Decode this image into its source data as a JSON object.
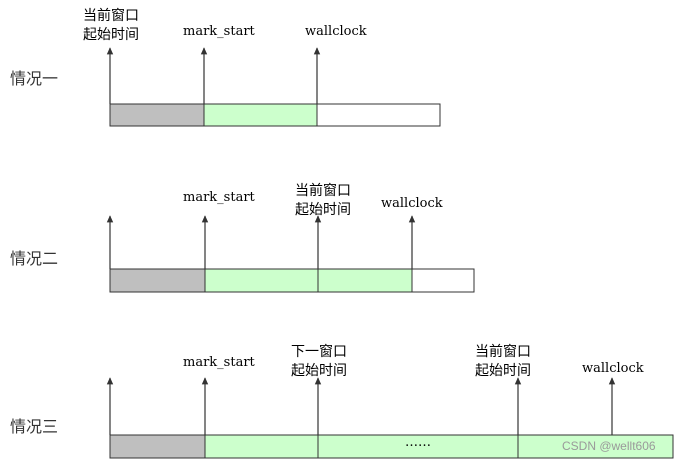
{
  "cases": [
    {
      "label": "情况一",
      "markers": [
        {
          "line1": "当前窗口",
          "line2": "起始时间"
        },
        {
          "line1": "mark_start",
          "line2": ""
        },
        {
          "line1": "wallclock",
          "line2": ""
        }
      ]
    },
    {
      "label": "情况二",
      "markers": [
        {
          "line1": "mark_start",
          "line2": ""
        },
        {
          "line1": "当前窗口",
          "line2": "起始时间"
        },
        {
          "line1": "wallclock",
          "line2": ""
        }
      ]
    },
    {
      "label": "情况三",
      "markers": [
        {
          "line1": "mark_start",
          "line2": ""
        },
        {
          "line1": "下一窗口",
          "line2": "起始时间"
        },
        {
          "line1": "当前窗口",
          "line2": "起始时间"
        },
        {
          "line1": "wallclock",
          "line2": ""
        }
      ],
      "ellipsis": "……"
    }
  ],
  "colors": {
    "gray": "#bfbfbf",
    "green": "#ccffcc",
    "white": "#ffffff",
    "stroke": "#333333"
  },
  "watermark": "CSDN @wellt606"
}
